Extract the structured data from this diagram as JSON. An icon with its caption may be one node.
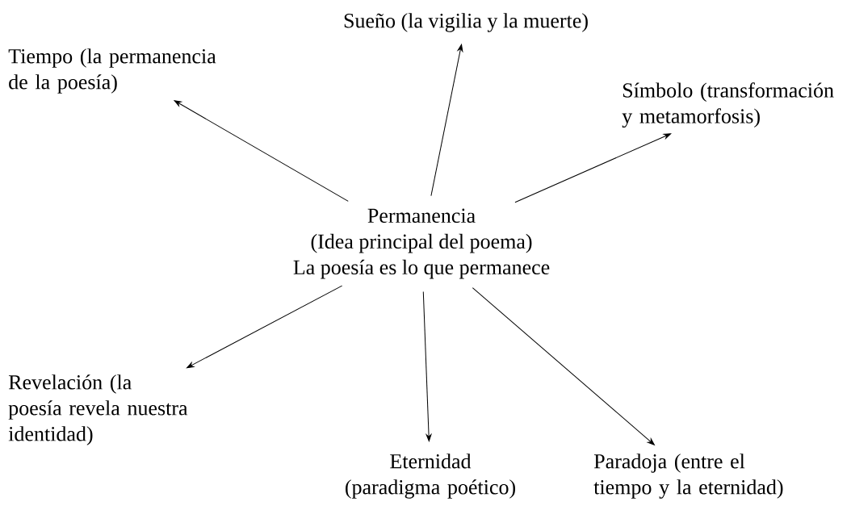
{
  "diagram": {
    "nodes": [
      {
        "text": [
          "Permanencia",
          "(Idea principal del poema)",
          "La poesía es lo que permanece"
        ]
      },
      {
        "text": [
          "Sueño (la vigilia y la muerte)"
        ]
      },
      {
        "text": [
          "Tiempo (la permanencia de la poesía)"
        ]
      },
      {
        "text": [
          "Símbolo (transformación y metamorfosis)"
        ]
      },
      {
        "text": [
          "Revelación (la poesía revela nuestra identidad)"
        ]
      },
      {
        "text": [
          "Eternidad (paradigma poético)"
        ]
      },
      {
        "text": [
          "Paradoja (entre el tiempo y la eternidad)"
        ]
      }
    ],
    "edges": [
      {
        "from": 0,
        "to": 1,
        "arrow": "to"
      },
      {
        "from": 0,
        "to": 2,
        "arrow": "to"
      },
      {
        "from": 0,
        "to": 3,
        "arrow": "to"
      },
      {
        "from": 0,
        "to": 4,
        "arrow": "to"
      },
      {
        "from": 0,
        "to": 5,
        "arrow": "to"
      },
      {
        "from": 0,
        "to": 6,
        "arrow": "to"
      }
    ]
  }
}
